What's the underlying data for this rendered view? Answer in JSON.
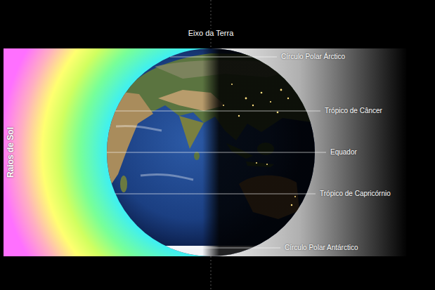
{
  "diagram": {
    "labels": [
      "Eixo da Terra",
      "Raios de Sol",
      "Círculo Polar Árctico",
      "Trópico de Câncer",
      "Equador",
      "Trópico de Capricórnio",
      "Círculo Polar Antárctico"
    ]
  }
}
